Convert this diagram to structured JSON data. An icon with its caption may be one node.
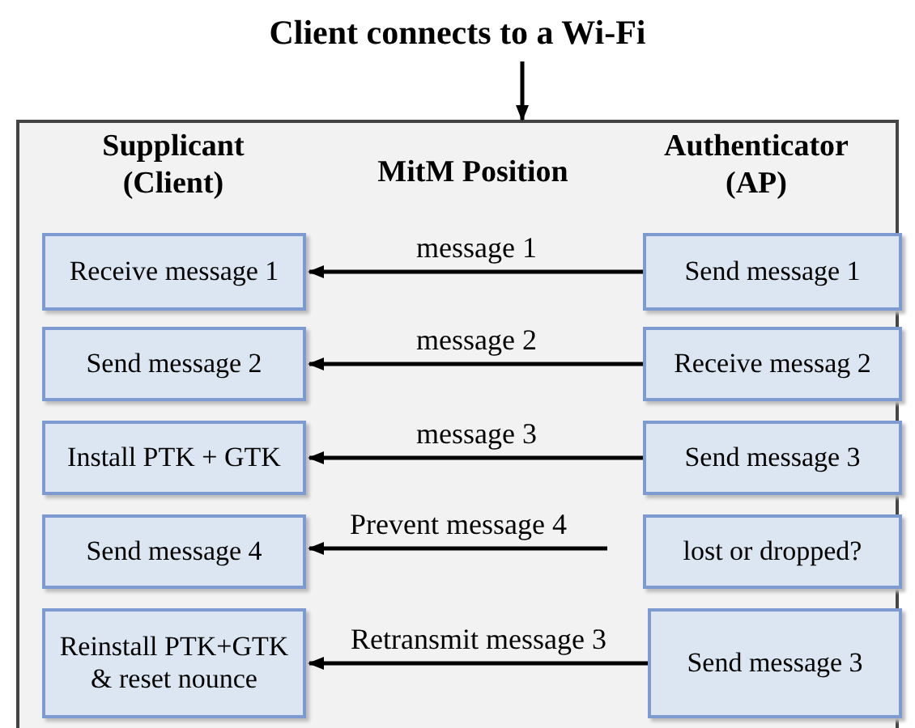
{
  "diagram": {
    "nodes": [
      {
        "text": [
          "Client connects to a Wi-Fi"
        ]
      },
      {
        "text": [
          "Supplicant (Client)",
          "MitM Position",
          "Authenticator (AP)"
        ]
      },
      {
        "text": [
          "Receive message 1"
        ],
        "in": 1
      },
      {
        "text": [
          "Send message 1"
        ],
        "in": 1
      },
      {
        "text": [
          "Send message 2"
        ],
        "in": 1
      },
      {
        "text": [
          "Receive messag 2"
        ],
        "in": 1
      },
      {
        "text": [
          "Install PTK + GTK"
        ],
        "in": 1
      },
      {
        "text": [
          "Send message 3"
        ],
        "in": 1
      },
      {
        "text": [
          "Send message 4"
        ],
        "in": 1
      },
      {
        "text": [
          "lost or dropped?"
        ],
        "in": 1
      },
      {
        "text": [
          "Reinstall PTK+GTK & reset nounce"
        ],
        "in": 1
      },
      {
        "text": [
          "Send message 3"
        ],
        "in": 1
      }
    ],
    "edges": [
      {
        "from": 0,
        "to": 1,
        "arrow": "to"
      },
      {
        "from": 3,
        "to": 2,
        "arrow": "to",
        "label": "message 1"
      },
      {
        "from": 5,
        "to": 4,
        "arrow": "to",
        "label": "message 2"
      },
      {
        "from": 7,
        "to": 6,
        "arrow": "to",
        "label": "message 3"
      },
      {
        "from": null,
        "to": 8,
        "arrow": "to",
        "label": "Prevent message 4"
      },
      {
        "from": 11,
        "to": 10,
        "arrow": "to",
        "label": "Retransmit message 3"
      }
    ]
  }
}
